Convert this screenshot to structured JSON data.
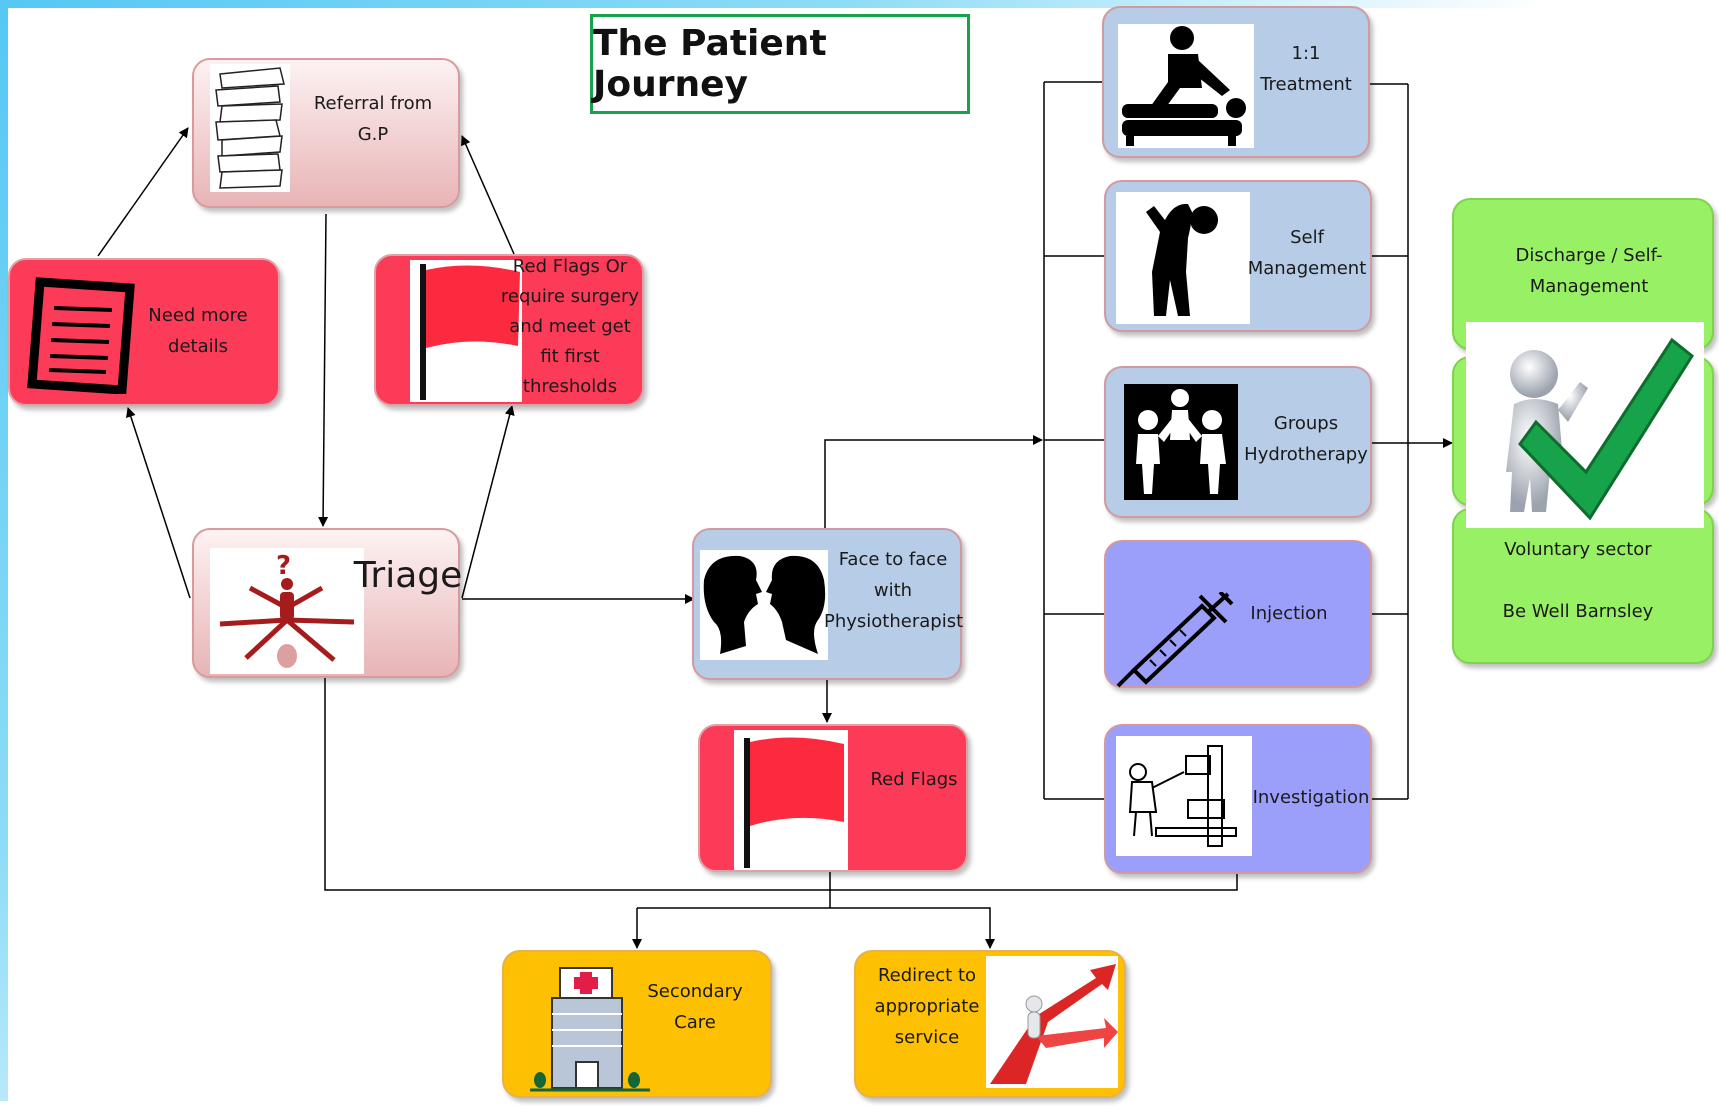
{
  "title": "The Patient Journey",
  "nodes": {
    "referral": "Referral from G.P",
    "need_more": "Need more details",
    "red_flags_top": "Red Flags Or require surgery and meet get fit first thresholds",
    "triage": "Triage",
    "face": "Face to face with Physiotherapist",
    "red_flags": "Red Flags",
    "secondary": "Secondary Care",
    "redirect": "Redirect to appropriate service",
    "treatment": "1:1 Treatment",
    "self_mgmt": "Self Management",
    "groups": "Groups Hydrotherapy",
    "injection": "Injection",
    "investigation": "Investigation",
    "discharge": "Discharge / Self-Management",
    "voluntary": "Voluntary sector",
    "be_well": "Be Well Barnsley"
  },
  "colors": {
    "red": "#fb3b57",
    "blue": "#b7cce6",
    "purple": "#9b9ffa",
    "green": "#98f064",
    "yellow": "#fdc003",
    "title_border": "#16a34a"
  },
  "icons": [
    "paper-stack-icon",
    "document-icon",
    "red-flag-icon",
    "triage-icon",
    "faces-icon",
    "hospital-icon",
    "redirect-arrows-icon",
    "massage-icon",
    "stretch-icon",
    "group-icon",
    "syringe-icon",
    "xray-icon",
    "checkmark-person-icon"
  ]
}
